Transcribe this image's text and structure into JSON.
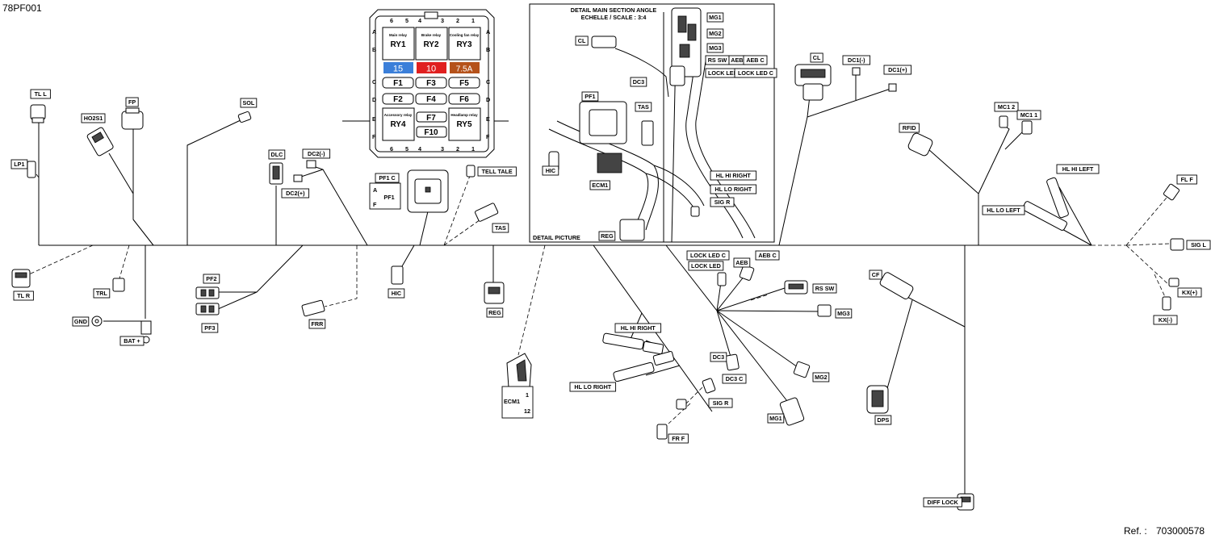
{
  "header": {
    "code": "78PF001"
  },
  "footer": {
    "ref_label": "Ref. :",
    "ref_number": "703000578"
  },
  "fuse_box": {
    "col_numbers_top": [
      "6",
      "5",
      "4",
      "3",
      "2",
      "1"
    ],
    "col_numbers_bottom": [
      "6",
      "5",
      "4",
      "3",
      "2",
      "1"
    ],
    "row_letters_left": [
      "A",
      "B",
      "C",
      "D",
      "E",
      "F"
    ],
    "row_letters_right": [
      "A",
      "B",
      "C",
      "D",
      "E",
      "F"
    ],
    "relays_top": [
      {
        "caption": "Main relay",
        "name": "RY1"
      },
      {
        "caption": "Brake relay",
        "name": "RY2"
      },
      {
        "caption": "Cooling fan relay",
        "name": "RY3"
      }
    ],
    "fuses_color": [
      {
        "value": "15",
        "color": "#3b7fd9"
      },
      {
        "value": "10",
        "color": "#e02020"
      },
      {
        "value": "7.5A",
        "color": "#b5521a"
      }
    ],
    "fuses_mini": [
      "F1",
      "F3",
      "F5",
      "F2",
      "F4",
      "F6"
    ],
    "relays_bottom": [
      {
        "caption": "Accessory relay",
        "name": "RY4"
      },
      {
        "caption": "Headlamp relay",
        "name": "RY5"
      }
    ],
    "fuses_center": [
      "F7",
      "F10"
    ]
  },
  "detail_main": {
    "title": "DETAIL MAIN SECTION ANGLE",
    "scale": "ECHELLE / SCALE : 3:4",
    "labels": [
      "CL",
      "MG1",
      "MG2",
      "MG3",
      "RS SW",
      "AEB",
      "AEB C",
      "LOCK LED",
      "LOCK LED C",
      "DC3",
      "PF1",
      "TAS",
      "HIC",
      "ECM1",
      "HL HI RIGHT",
      "HL LO RIGHT",
      "SIG R",
      "REG"
    ],
    "caption": "DETAIL PICTURE"
  },
  "pf1_box": {
    "title": "PF1 C",
    "pin_a": "A",
    "pin_f": "F",
    "name": "PF1"
  },
  "ecm1_box": {
    "name": "ECM1",
    "pin_top": "1",
    "pin_bottom": "12"
  },
  "labels": {
    "tl_l": "TL L",
    "lp1": "LP1",
    "ho2s1": "HO2S1",
    "fp": "FP",
    "sol": "SOL",
    "dlc": "DLC",
    "dc2_neg": "DC2(-)",
    "dc2_pos": "DC2(+)",
    "tell_tale": "TELL TALE",
    "tas": "TAS",
    "tl_r": "TL R",
    "trl": "TRL",
    "gnd": "GND",
    "bat": "BAT +",
    "pf2": "PF2",
    "pf3": "PF3",
    "frr": "FRR",
    "hic": "HIC",
    "reg": "REG",
    "hl_hi_right": "HL HI RIGHT",
    "hl_lo_right": "HL LO RIGHT",
    "sig_r": "SIG R",
    "fr_f": "FR F",
    "lock_led_c": "LOCK LED C",
    "lock_led": "LOCK LED",
    "aeb": "AEB",
    "aeb_c": "AEB C",
    "rs_sw": "RS SW",
    "mg3": "MG3",
    "dc3": "DC3",
    "dc3_c": "DC3 C",
    "mg2": "MG2",
    "mg1": "MG1",
    "cl": "CL",
    "dc1_neg": "DC1(-)",
    "dc1_pos": "DC1(+)",
    "rfid": "RFID",
    "mc1_2": "MC1 2",
    "mc1_1": "MC1 1",
    "hl_hi_left": "HL HI LEFT",
    "hl_lo_left": "HL LO LEFT",
    "fl_f": "FL F",
    "sig_l": "SIG L",
    "kx_pos": "KX(+)",
    "kx_neg": "KX(-)",
    "cf": "CF",
    "dps": "DPS",
    "diff_lock": "DIFF LOCK"
  }
}
